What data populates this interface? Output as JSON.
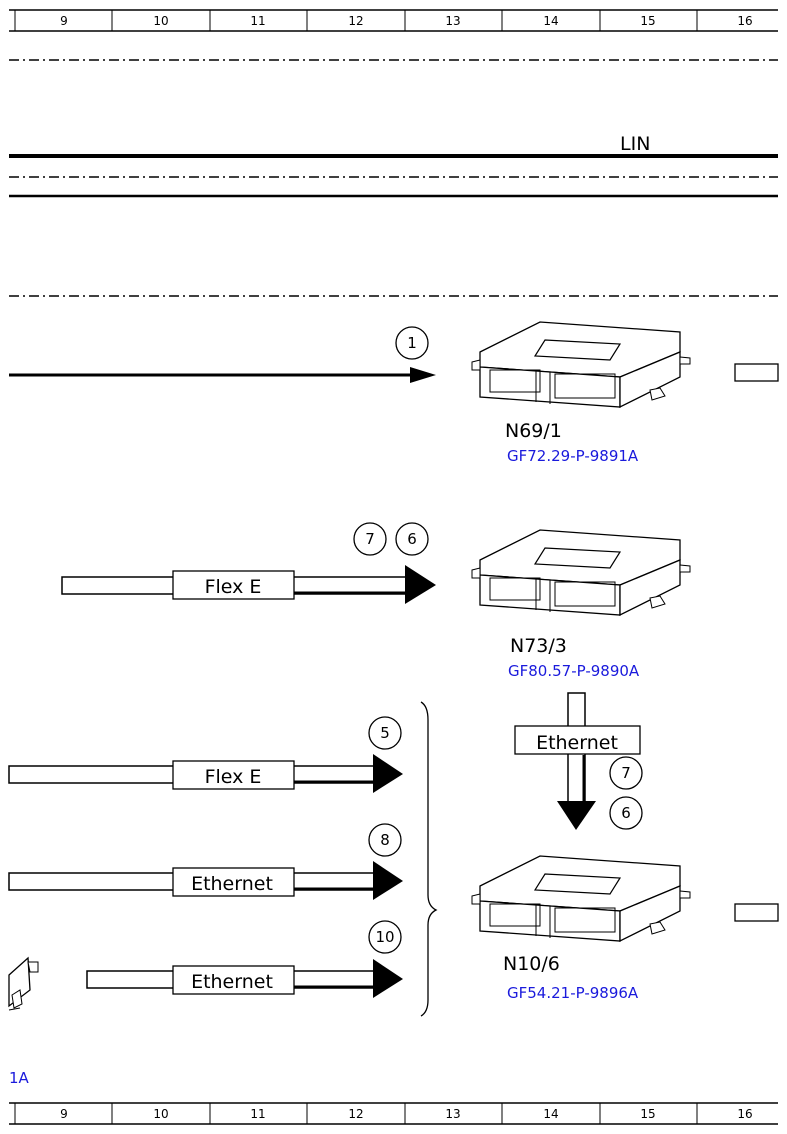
{
  "ruler": {
    "numbers": [
      "9",
      "10",
      "11",
      "12",
      "13",
      "14",
      "15",
      "16"
    ]
  },
  "bus_label": "LIN",
  "modules": [
    {
      "code": "N69/1",
      "ref": "GF72.29-P-9891A"
    },
    {
      "code": "N73/3",
      "ref": "GF80.57-P-9890A"
    },
    {
      "code": "N10/6",
      "ref": "GF54.21-P-9896A"
    }
  ],
  "connections": {
    "flex_e_top": "Flex E",
    "flex_e_mid": "Flex E",
    "ethernet_vertical": "Ethernet",
    "ethernet_a": "Ethernet",
    "ethernet_b": "Ethernet"
  },
  "markers": {
    "m1": "1",
    "m7a": "7",
    "m6a": "6",
    "m5": "5",
    "m7b": "7",
    "m6b": "6",
    "m8": "8",
    "m10": "10"
  },
  "footer_ref": "1A"
}
